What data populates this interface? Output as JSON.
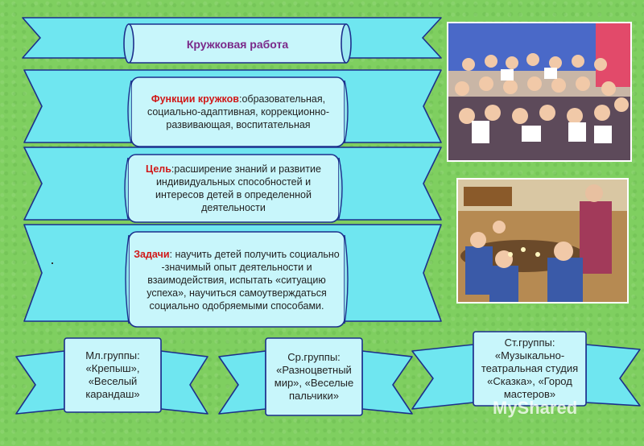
{
  "header": {
    "title": "Кружковая работа"
  },
  "functions": {
    "label": "Функции кружков",
    "sep": ":",
    "text": "образовательная, социально-адаптивная, коррекционно-развивающая, воспитательная"
  },
  "goal": {
    "label": "Цель",
    "sep": ":",
    "text": "расширение знаний и развитие индивидуальных способностей и интересов детей в определенной деятельности"
  },
  "tasks": {
    "label": "Задачи",
    "text": ": научить детей получить социально -значимый опыт деятельности и взаимодействия, испытать «ситуацию успеха», научиться самоутверждаться социально одобряемыми способами."
  },
  "groups": [
    {
      "text": "Мл.группы: «Крепыш», «Веселый карандаш»"
    },
    {
      "text": "Ср.группы: «Разноцветный мир», «Веселые пальчики»"
    },
    {
      "text": "Ст.группы: «Музыкально-театральная студия «Сказка», «Город мастеров»"
    }
  ],
  "watermark": "MyShared",
  "colors": {
    "background": "#7fcf60",
    "ribbon_fill": "#6fe6f0",
    "scroll_fill": "#c8f6fb",
    "outline": "#1c2f8c",
    "accent_red": "#d01818",
    "title_purple": "#7a2a8a"
  },
  "icons": [
    "photo-children-group",
    "photo-children-activity"
  ]
}
